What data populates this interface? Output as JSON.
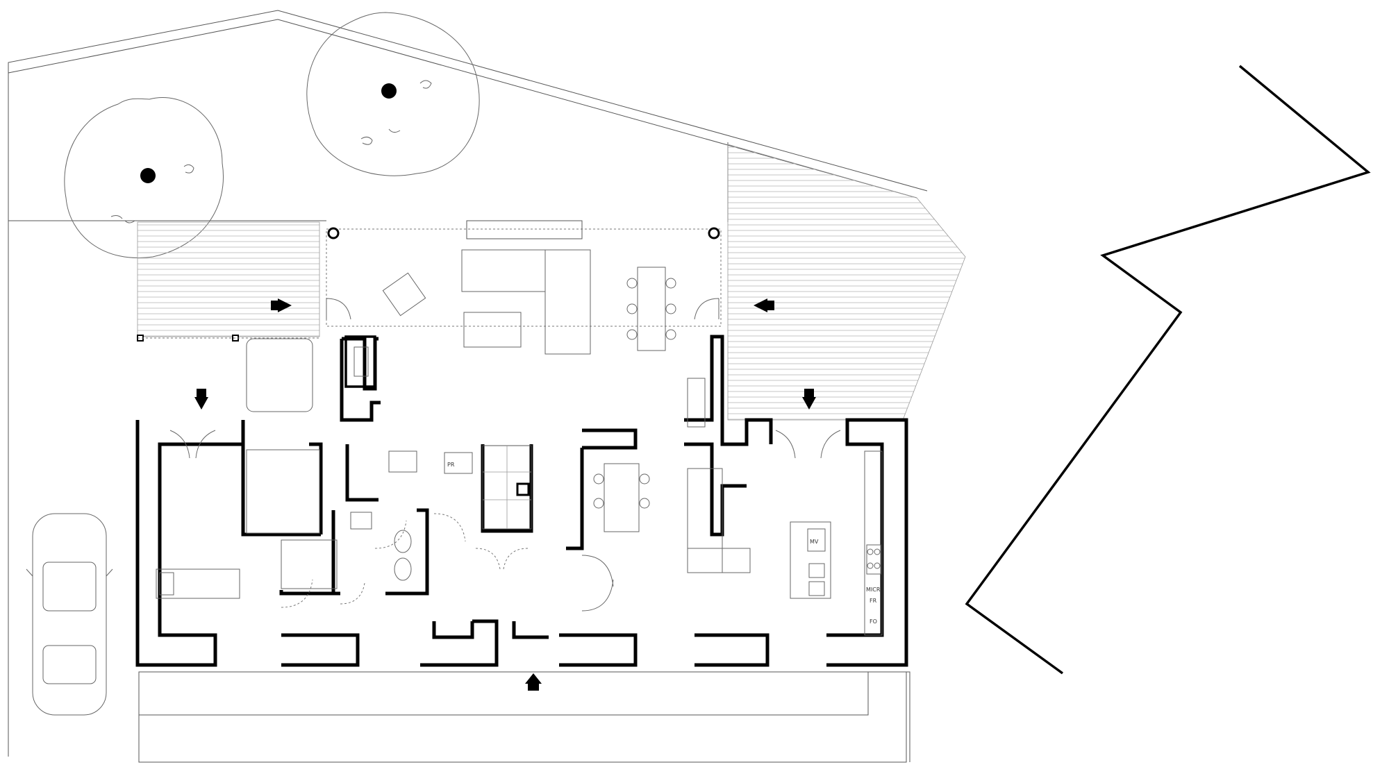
{
  "appliance_labels": {
    "washer": "PR",
    "dishwasher": "MV",
    "microwave": "MICR",
    "fridge": "FR",
    "oven": "FO"
  },
  "icons": [
    "entrance-arrow-icon",
    "tree-icon",
    "car-icon",
    "stair-icon"
  ]
}
